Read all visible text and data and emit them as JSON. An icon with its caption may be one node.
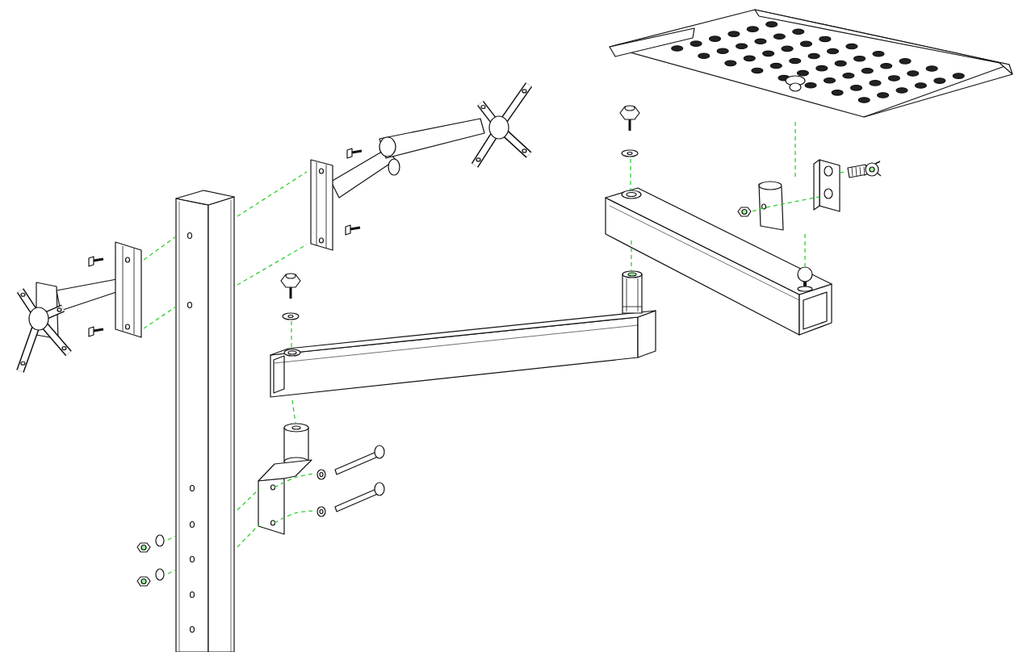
{
  "diagram": {
    "nodes": [
      {
        "text": [],
        "shape": "picture"
      },
      {
        "text": [],
        "shape": "picture"
      },
      {
        "text": [],
        "shape": "picture"
      },
      {
        "text": [],
        "shape": "picture"
      },
      {
        "text": [],
        "shape": "picture"
      },
      {
        "text": [],
        "shape": "picture"
      },
      {
        "text": [],
        "shape": "picture"
      },
      {
        "text": [],
        "shape": "picture"
      },
      {
        "text": [],
        "shape": "picture"
      },
      {
        "text": [],
        "shape": "picture"
      },
      {
        "text": [],
        "shape": "picture"
      },
      {
        "text": [],
        "shape": "picture"
      },
      {
        "text": [],
        "shape": "picture"
      },
      {
        "text": [],
        "shape": "picture"
      },
      {
        "text": [],
        "shape": "picture"
      }
    ],
    "edges": [
      {
        "from": 1,
        "to": 0,
        "arrow": "none",
        "style": "dashed"
      },
      {
        "from": 1,
        "to": 0,
        "arrow": "none",
        "style": "dashed"
      },
      {
        "from": 0,
        "to": 2,
        "arrow": "none",
        "style": "dashed"
      },
      {
        "from": 0,
        "to": 2,
        "arrow": "none",
        "style": "dashed"
      },
      {
        "from": 8,
        "to": 3,
        "arrow": "none",
        "style": "dashed"
      },
      {
        "from": 3,
        "to": 4,
        "arrow": "none",
        "style": "dashed"
      },
      {
        "from": 9,
        "to": 6,
        "arrow": "none",
        "style": "dashed"
      },
      {
        "from": 6,
        "to": 14,
        "arrow": "none",
        "style": "dashed"
      },
      {
        "from": 5,
        "to": 7,
        "arrow": "none",
        "style": "dashed"
      },
      {
        "from": 7,
        "to": 6,
        "arrow": "none",
        "style": "dashed"
      },
      {
        "from": 12,
        "to": 7,
        "arrow": "none",
        "style": "dashed"
      },
      {
        "from": 7,
        "to": 13,
        "arrow": "none",
        "style": "dashed"
      },
      {
        "from": 10,
        "to": 0,
        "arrow": "none",
        "style": "dashed"
      },
      {
        "from": 10,
        "to": 0,
        "arrow": "none",
        "style": "dashed"
      },
      {
        "from": 0,
        "to": 4,
        "arrow": "none",
        "style": "dashed"
      },
      {
        "from": 0,
        "to": 4,
        "arrow": "none",
        "style": "dashed"
      },
      {
        "from": 4,
        "to": 11,
        "arrow": "none",
        "style": "dashed"
      },
      {
        "from": 4,
        "to": 11,
        "arrow": "none",
        "style": "dashed"
      }
    ]
  }
}
